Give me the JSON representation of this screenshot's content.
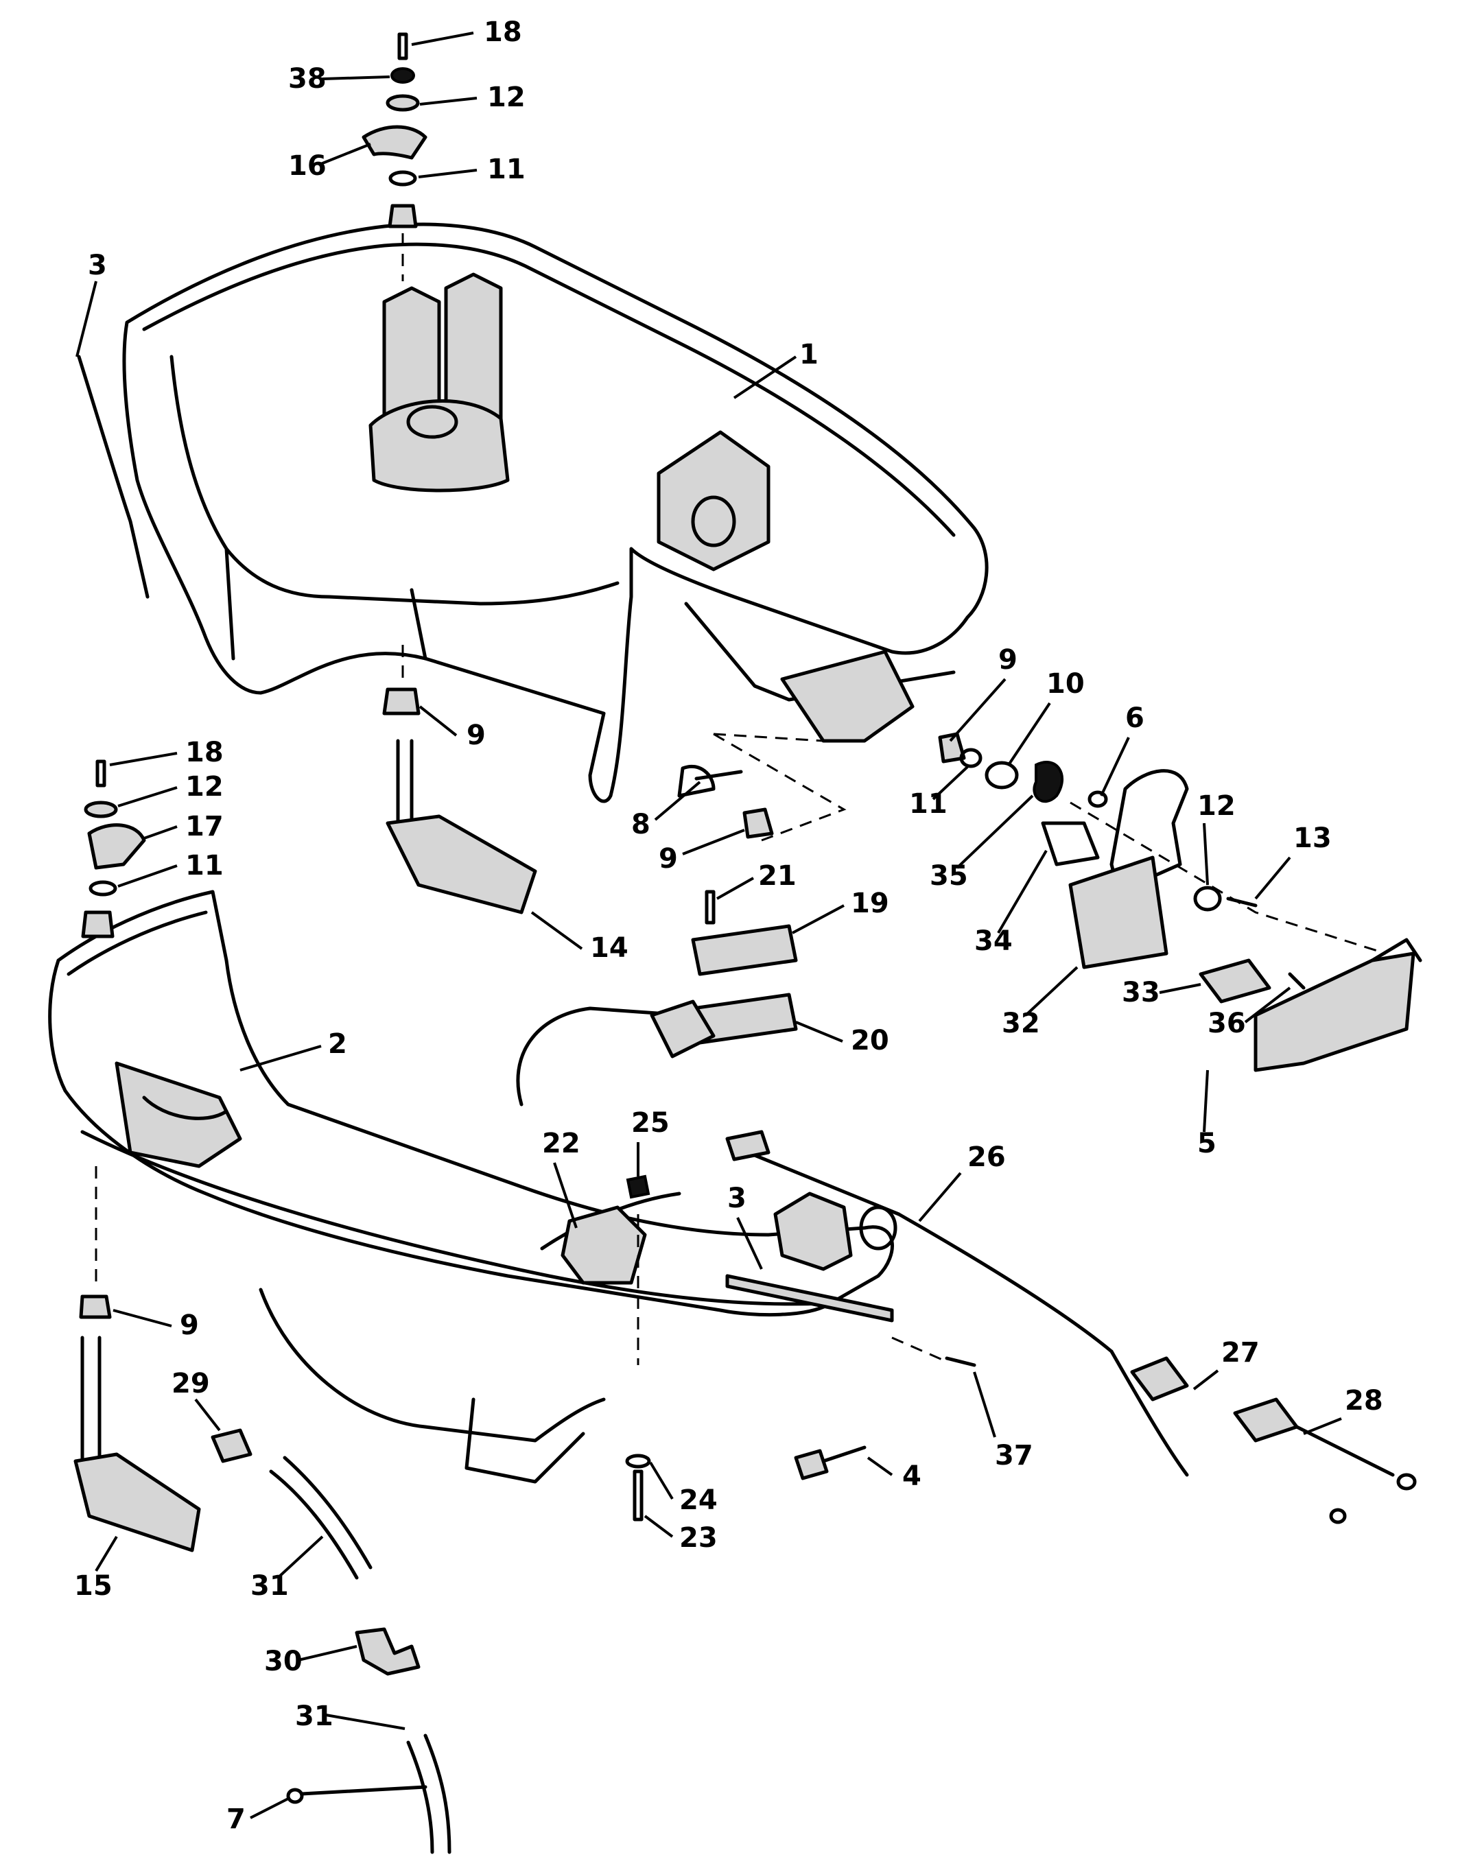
{
  "diagram": {
    "callouts": [
      {
        "id": "c18a",
        "label": "18"
      },
      {
        "id": "c38",
        "label": "38"
      },
      {
        "id": "c12a",
        "label": "12"
      },
      {
        "id": "c16",
        "label": "16"
      },
      {
        "id": "c11a",
        "label": "11"
      },
      {
        "id": "c3a",
        "label": "3"
      },
      {
        "id": "c1",
        "label": "1"
      },
      {
        "id": "c9a",
        "label": "9"
      },
      {
        "id": "c9b",
        "label": "9"
      },
      {
        "id": "c10",
        "label": "10"
      },
      {
        "id": "c6",
        "label": "6"
      },
      {
        "id": "c18b",
        "label": "18"
      },
      {
        "id": "c12b",
        "label": "12"
      },
      {
        "id": "c17",
        "label": "17"
      },
      {
        "id": "c11b",
        "label": "11"
      },
      {
        "id": "c8",
        "label": "8"
      },
      {
        "id": "c11c",
        "label": "11"
      },
      {
        "id": "c12c",
        "label": "12"
      },
      {
        "id": "c13",
        "label": "13"
      },
      {
        "id": "c9c",
        "label": "9"
      },
      {
        "id": "c21",
        "label": "21"
      },
      {
        "id": "c35",
        "label": "35"
      },
      {
        "id": "c34",
        "label": "34"
      },
      {
        "id": "c19",
        "label": "19"
      },
      {
        "id": "c14",
        "label": "14"
      },
      {
        "id": "c33",
        "label": "33"
      },
      {
        "id": "c36",
        "label": "36"
      },
      {
        "id": "c32",
        "label": "32"
      },
      {
        "id": "c2",
        "label": "2"
      },
      {
        "id": "c20",
        "label": "20"
      },
      {
        "id": "c5",
        "label": "5"
      },
      {
        "id": "c22",
        "label": "22"
      },
      {
        "id": "c25",
        "label": "25"
      },
      {
        "id": "c26",
        "label": "26"
      },
      {
        "id": "c3b",
        "label": "3"
      },
      {
        "id": "c9d",
        "label": "9"
      },
      {
        "id": "c27",
        "label": "27"
      },
      {
        "id": "c29",
        "label": "29"
      },
      {
        "id": "c28",
        "label": "28"
      },
      {
        "id": "c37",
        "label": "37"
      },
      {
        "id": "c4",
        "label": "4"
      },
      {
        "id": "c24",
        "label": "24"
      },
      {
        "id": "c23",
        "label": "23"
      },
      {
        "id": "c15",
        "label": "15"
      },
      {
        "id": "c31a",
        "label": "31"
      },
      {
        "id": "c30",
        "label": "30"
      },
      {
        "id": "c31b",
        "label": "31"
      },
      {
        "id": "c7",
        "label": "7"
      }
    ]
  }
}
